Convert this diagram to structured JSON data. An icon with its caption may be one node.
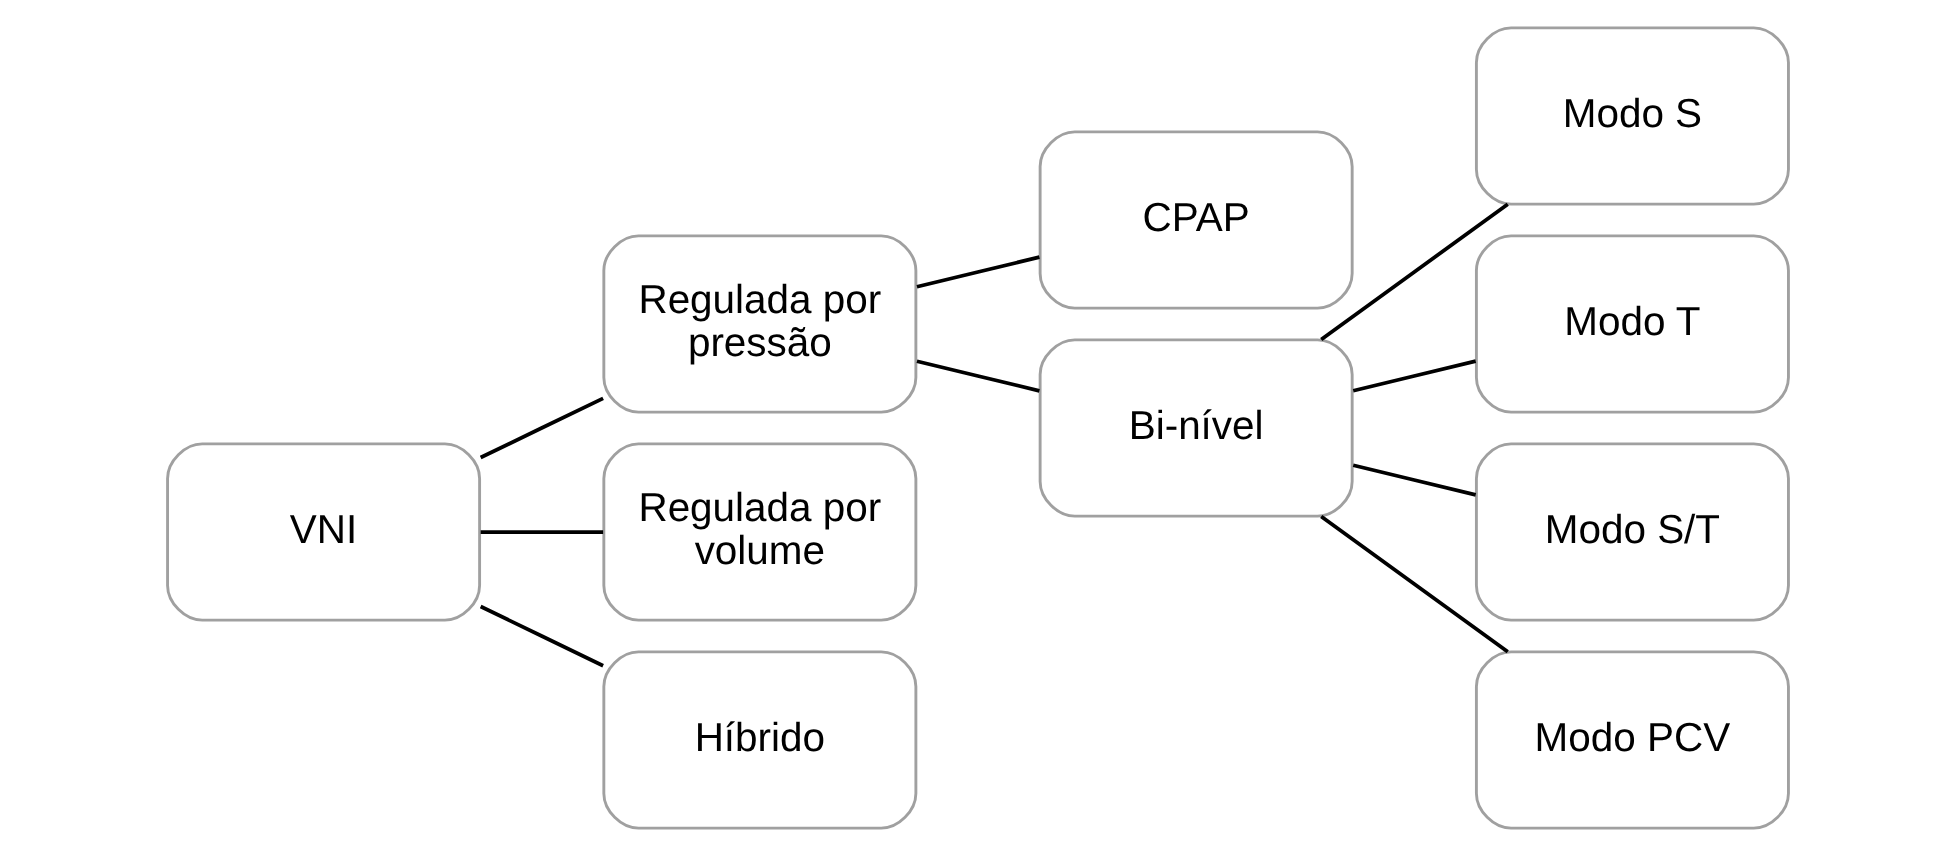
{
  "diagram": {
    "nodes": [
      {
        "text": [
          "VNI"
        ]
      },
      {
        "text": [
          "Regulada por pressão"
        ]
      },
      {
        "text": [
          "Regulada por volume"
        ]
      },
      {
        "text": [
          "Híbrido"
        ]
      },
      {
        "text": [
          "CPAP"
        ]
      },
      {
        "text": [
          "Bi-nível"
        ]
      },
      {
        "text": [
          "Modo S"
        ]
      },
      {
        "text": [
          "Modo T"
        ]
      },
      {
        "text": [
          "Modo S/T"
        ]
      },
      {
        "text": [
          "Modo PCV"
        ]
      }
    ],
    "edges": [
      {
        "from": 0,
        "to": 1,
        "arrow": "none"
      },
      {
        "from": 0,
        "to": 2,
        "arrow": "none"
      },
      {
        "from": 0,
        "to": 3,
        "arrow": "none"
      },
      {
        "from": 1,
        "to": 4,
        "arrow": "none"
      },
      {
        "from": 1,
        "to": 5,
        "arrow": "none"
      },
      {
        "from": 5,
        "to": 6,
        "arrow": "none"
      },
      {
        "from": 5,
        "to": 7,
        "arrow": "none"
      },
      {
        "from": 5,
        "to": 8,
        "arrow": "none"
      },
      {
        "from": 5,
        "to": 9,
        "arrow": "none"
      }
    ]
  }
}
